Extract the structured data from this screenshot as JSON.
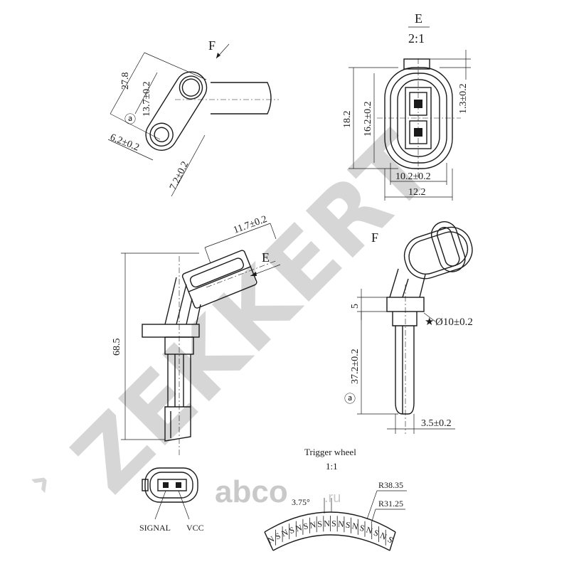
{
  "watermark": {
    "brand": "ZEKKERT",
    "site_logo": "abco",
    "site_suffix": ".ru",
    "color": "#d6d6d6"
  },
  "view_e": {
    "letter": "E",
    "scale": "2:1"
  },
  "view_f_arrow": {
    "letter": "F"
  },
  "view_f": {
    "letter": "F"
  },
  "section_arrow_e": {
    "letter": "E"
  },
  "dimensions": {
    "d27_8": "27.8",
    "d13_7": "13.7±0.2",
    "d6_2": "6.2±0.2",
    "d7_2": "7.2±0.2",
    "d18_2": "18.2",
    "d16_2": "16.2±0.2",
    "d1_3": "1.3±0.2",
    "d10_2": "10.2±0.2",
    "d12_2": "12.2",
    "d11_7": "11.7±0.2",
    "d68_5": "68.5",
    "d5": "5",
    "d10_dia": "Ø10±0.2",
    "d37_2": "37.2±0.2",
    "d3_5": "3.5±0.2",
    "datum_a": "ⓐ"
  },
  "connector": {
    "pin1": "SIGNAL",
    "pin2": "VCC"
  },
  "trigger_wheel": {
    "title": "Trigger wheel",
    "scale": "1:1",
    "radius_outer": "R38.35",
    "radius_inner": "R31.25",
    "angle": "3.75°",
    "poles": [
      "N",
      "S",
      "N",
      "S",
      "N",
      "S",
      "N",
      "S",
      "N",
      "S",
      "N",
      "S",
      "N",
      "S",
      "N",
      "S",
      "N",
      "S"
    ]
  }
}
